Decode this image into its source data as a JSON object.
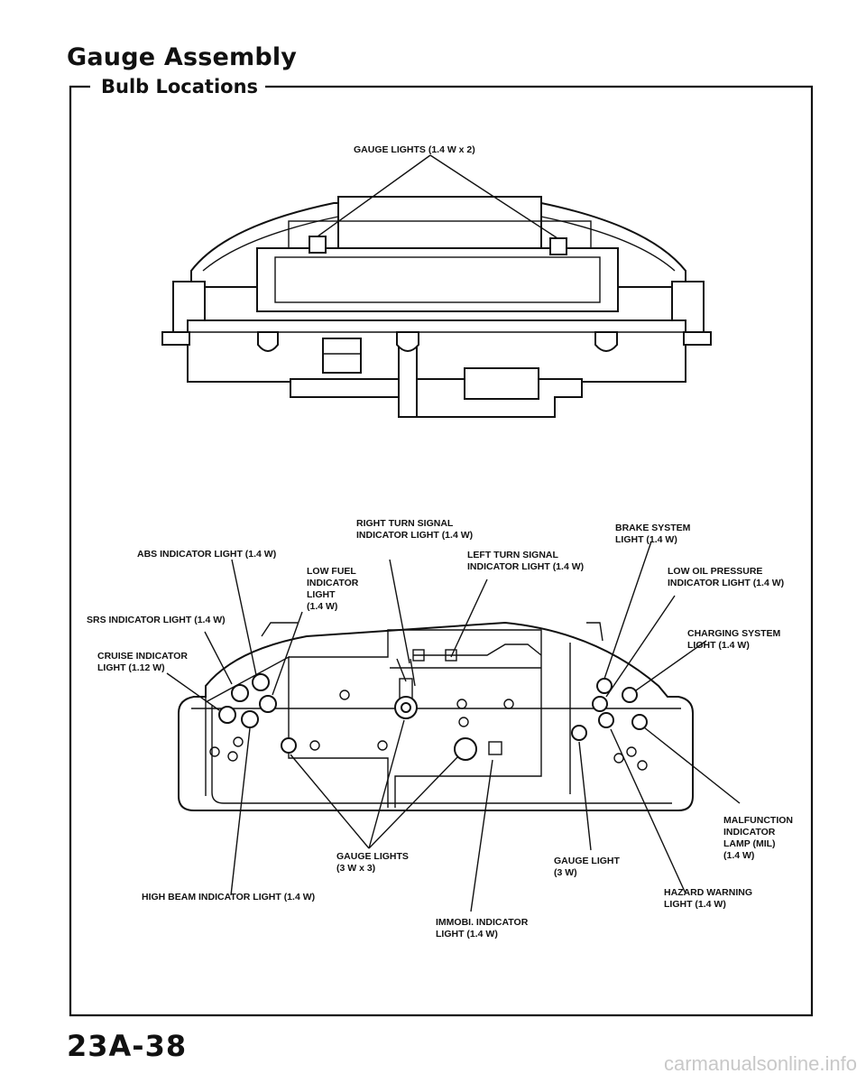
{
  "header": {
    "title": "Gauge Assembly",
    "section": "Bulb Locations"
  },
  "footer": {
    "page_number": "23A-38",
    "watermark": "carmanualsonline.info"
  },
  "callouts": {
    "gauge_lights_top": "GAUGE LIGHTS (1.4 W x 2)",
    "right_turn_1": "RIGHT TURN SIGNAL",
    "right_turn_2": "INDICATOR LIGHT (1.4 W)",
    "brake_1": "BRAKE SYSTEM",
    "brake_2": "LIGHT (1.4 W)",
    "abs": "ABS INDICATOR LIGHT (1.4 W)",
    "left_turn_1": "LEFT TURN SIGNAL",
    "left_turn_2": "INDICATOR LIGHT (1.4 W)",
    "low_fuel_1": "LOW FUEL",
    "low_fuel_2": "INDICATOR",
    "low_fuel_3": "LIGHT",
    "low_fuel_4": "(1.4 W)",
    "low_oil_1": "LOW OIL PRESSURE",
    "low_oil_2": "INDICATOR LIGHT (1.4 W)",
    "srs": "SRS INDICATOR LIGHT (1.4 W)",
    "charging_1": "CHARGING SYSTEM",
    "charging_2": "LIGHT (1.4 W)",
    "cruise_1": "CRUISE INDICATOR",
    "cruise_2": "LIGHT (1.12 W)",
    "mil_1": "MALFUNCTION",
    "mil_2": "INDICATOR",
    "mil_3": "LAMP (MIL)",
    "mil_4": "(1.4 W)",
    "gauge_lights_bottom_1": "GAUGE LIGHTS",
    "gauge_lights_bottom_2": "(3 W x 3)",
    "gauge_light_1": "GAUGE LIGHT",
    "gauge_light_2": "(3 W)",
    "high_beam": "HIGH BEAM INDICATOR LIGHT (1.4 W)",
    "hazard_1": "HAZARD WARNING",
    "hazard_2": "LIGHT (1.4 W)",
    "immobi_1": "IMMOBI. INDICATOR",
    "immobi_2": "LIGHT (1.4 W)"
  }
}
